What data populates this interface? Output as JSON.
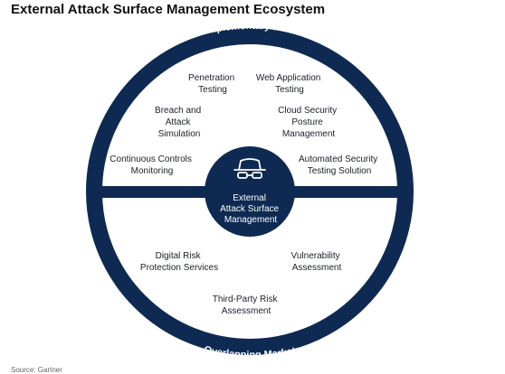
{
  "title": "External Attack Surface Management Ecosystem",
  "source": "Source: Gartner",
  "colors": {
    "navy": "#0e2a52",
    "text": "#1b1f2a",
    "background": "#ffffff"
  },
  "center": {
    "icon": "spy-incognito-icon",
    "lines": [
      "External",
      "Attack Surface",
      "Management"
    ]
  },
  "ring": {
    "top_label": "Complementary Markets",
    "bottom_label": "Overlapping Markets"
  },
  "complementary_markets": [
    {
      "lines": [
        "Penetration",
        "Testing"
      ]
    },
    {
      "lines": [
        "Web Application",
        "Testing"
      ]
    },
    {
      "lines": [
        "Breach and",
        "Attack",
        "Simulation"
      ]
    },
    {
      "lines": [
        "Cloud Security",
        "Posture",
        "Management"
      ]
    },
    {
      "lines": [
        "Continuous Controls",
        "Monitoring"
      ]
    },
    {
      "lines": [
        "Automated Security",
        "Testing Solution"
      ]
    }
  ],
  "overlapping_markets": [
    {
      "lines": [
        "Digital Risk",
        "Protection Services"
      ]
    },
    {
      "lines": [
        "Vulnerability",
        "Assessment"
      ]
    },
    {
      "lines": [
        "Third-Party Risk",
        "Assessment"
      ]
    }
  ]
}
